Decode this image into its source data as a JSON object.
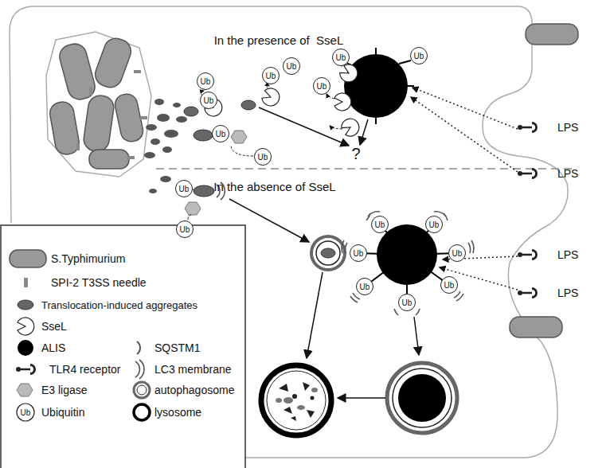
{
  "diagram": {
    "nodes": [
      {
        "text": [
          "Ub"
        ]
      },
      {
        "text": [
          "Ub"
        ]
      },
      {
        "text": [
          "Ub"
        ]
      },
      {
        "text": [
          "Ub"
        ]
      },
      {
        "text": [
          "Ub"
        ]
      },
      {
        "text": [
          "Ub"
        ]
      },
      {
        "text": [
          "Ub"
        ]
      },
      {
        "text": [
          "Ub"
        ]
      },
      {
        "text": [
          "Ub"
        ]
      },
      {
        "text": [
          "Ub"
        ]
      },
      {
        "text": [
          "Ub"
        ]
      },
      {
        "text": [
          "Ub"
        ]
      },
      {
        "text": [
          "Ub"
        ]
      },
      {
        "text": [
          "Ub"
        ]
      },
      {
        "text": [
          "Ub"
        ]
      },
      {
        "text": [
          "Ub"
        ]
      },
      {
        "text": [
          "Ub"
        ]
      },
      {
        "text": [
          "Ub"
        ]
      }
    ],
    "labels": [
      "In the presence of  SseL",
      "?",
      "LPS",
      "LPS",
      "In the absence of SseL",
      "LPS",
      "LPS",
      "Ub"
    ],
    "legend": [
      {
        "text": "S.Typhimurium"
      },
      {
        "text": "SPI-2 T3SS needle"
      },
      {
        "text": "Translocation-induced aggregates"
      },
      {
        "text": "SseL"
      },
      {
        "text": "ALIS"
      },
      {
        "text": "TLR4 receptor"
      },
      {
        "text": "E3 ligase"
      },
      {
        "text": "Ubiquitin"
      },
      {
        "text": "SQSTM1"
      },
      {
        "text": "LC3 membrane"
      },
      {
        "text": "autophagosome"
      },
      {
        "text": "lysosome"
      }
    ]
  }
}
